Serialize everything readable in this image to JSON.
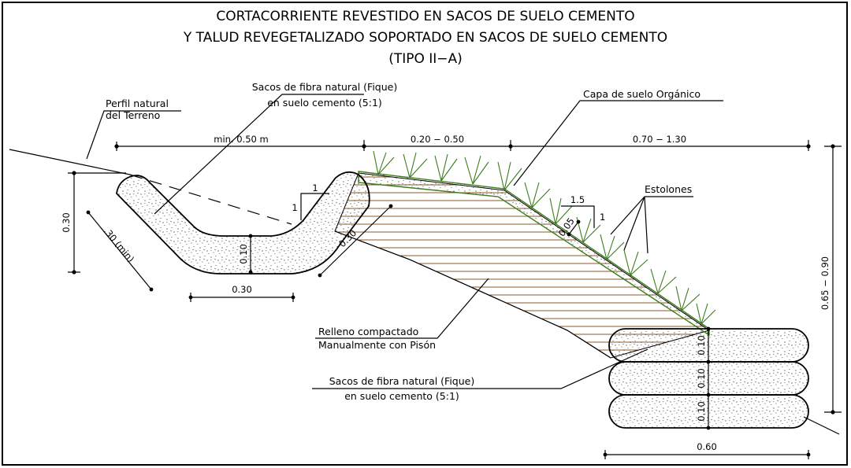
{
  "title": {
    "line1": "CORTACORRIENTE REVESTIDO EN SACOS DE SUELO CEMENTO",
    "line2": "Y TALUD REVEGETALIZADO SOPORTADO EN SACOS DE SUELO CEMENTO",
    "line3": "(TIPO II−A)"
  },
  "labels": {
    "perfil_1": "Perfil natural",
    "perfil_2": "del Terreno",
    "sacos_top_1": "Sacos de fibra natural (Fique)",
    "sacos_top_2": "en suelo cemento (5:1)",
    "capa": "Capa de suelo Orgánico",
    "estolones": "Estolones",
    "relleno_1": "Relleno compactado",
    "relleno_2": "Manualmente con Pisón",
    "sacos_bot_1": "Sacos de fibra natural (Fique)",
    "sacos_bot_2": "en suelo cemento (5:1)"
  },
  "dimensions": {
    "min050": "min. 0.50 m",
    "d020_050": "0.20 − 0.50",
    "d070_130": "0.70 − 1.30",
    "d030_left": "0.30",
    "d030_min": ".30 (min)",
    "d010_channel": "0.10",
    "d030_bottom": "0.30",
    "d030_diag": "0.30",
    "slope1_h": "1",
    "slope1_v": "1",
    "slope15_h": "1.5",
    "slope15_v": "1",
    "d005": "0.05",
    "d065_090": "0.65 − 0.90",
    "bag1": "0.10",
    "bag2": "0.10",
    "bag3": "0.10",
    "d060": "0.60"
  },
  "colors": {
    "hatch": "#8B5A2B",
    "grass": "#3a7d1a",
    "ink": "#000000"
  }
}
